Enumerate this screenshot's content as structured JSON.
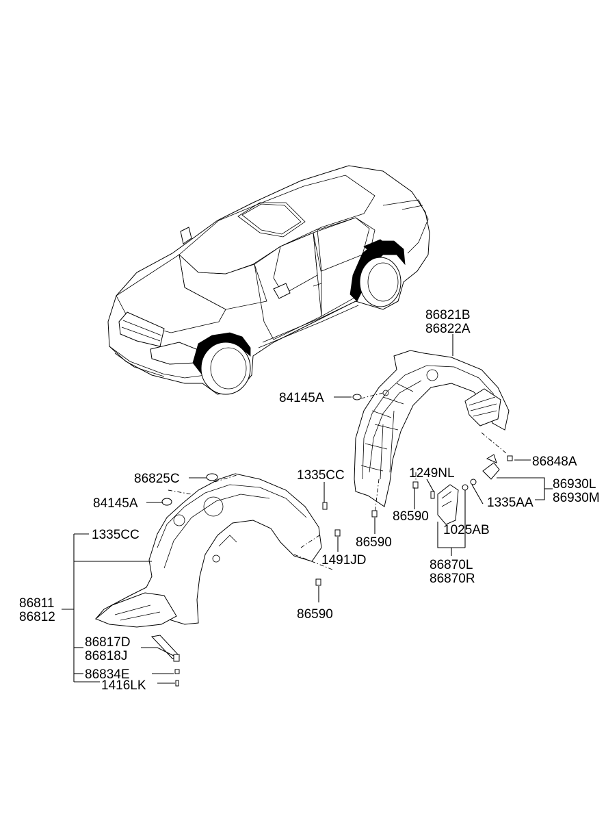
{
  "diagram": {
    "labels": {
      "rear_upper_1": "86821B",
      "rear_upper_2": "86822A",
      "nut_84145a_right": "84145A",
      "clip_86848a": "86848A",
      "screw_1249nl": "1249NL",
      "clip_86930l": "86930L",
      "clip_86930m": "86930M",
      "bolt_1335aa": "1335AA",
      "bolt_86590_mid": "86590",
      "bolt_86590_low": "86590",
      "washer_1025ab": "1025AB",
      "flap_86870l": "86870L",
      "flap_86870r": "86870R",
      "clip_86825c": "86825C",
      "nut_84145a_left": "84145A",
      "bolt_1335cc_top": "1335CC",
      "bolt_1335cc_left": "1335CC",
      "front_86811": "86811",
      "front_86812": "86812",
      "clip_1491jd": "1491JD",
      "bolt_86590_front": "86590",
      "bracket_86817d": "86817D",
      "bracket_86818j": "86818J",
      "nut_86834e": "86834E",
      "bolt_1416lk": "1416LK"
    },
    "parts": [
      {
        "name": "vehicle",
        "icon": "sedan-outline"
      },
      {
        "name": "front-wheel-guard",
        "icon": "front-liner"
      },
      {
        "name": "rear-wheel-guard",
        "icon": "rear-liner"
      },
      {
        "name": "mud-guard",
        "icon": "mud-flap"
      }
    ]
  }
}
